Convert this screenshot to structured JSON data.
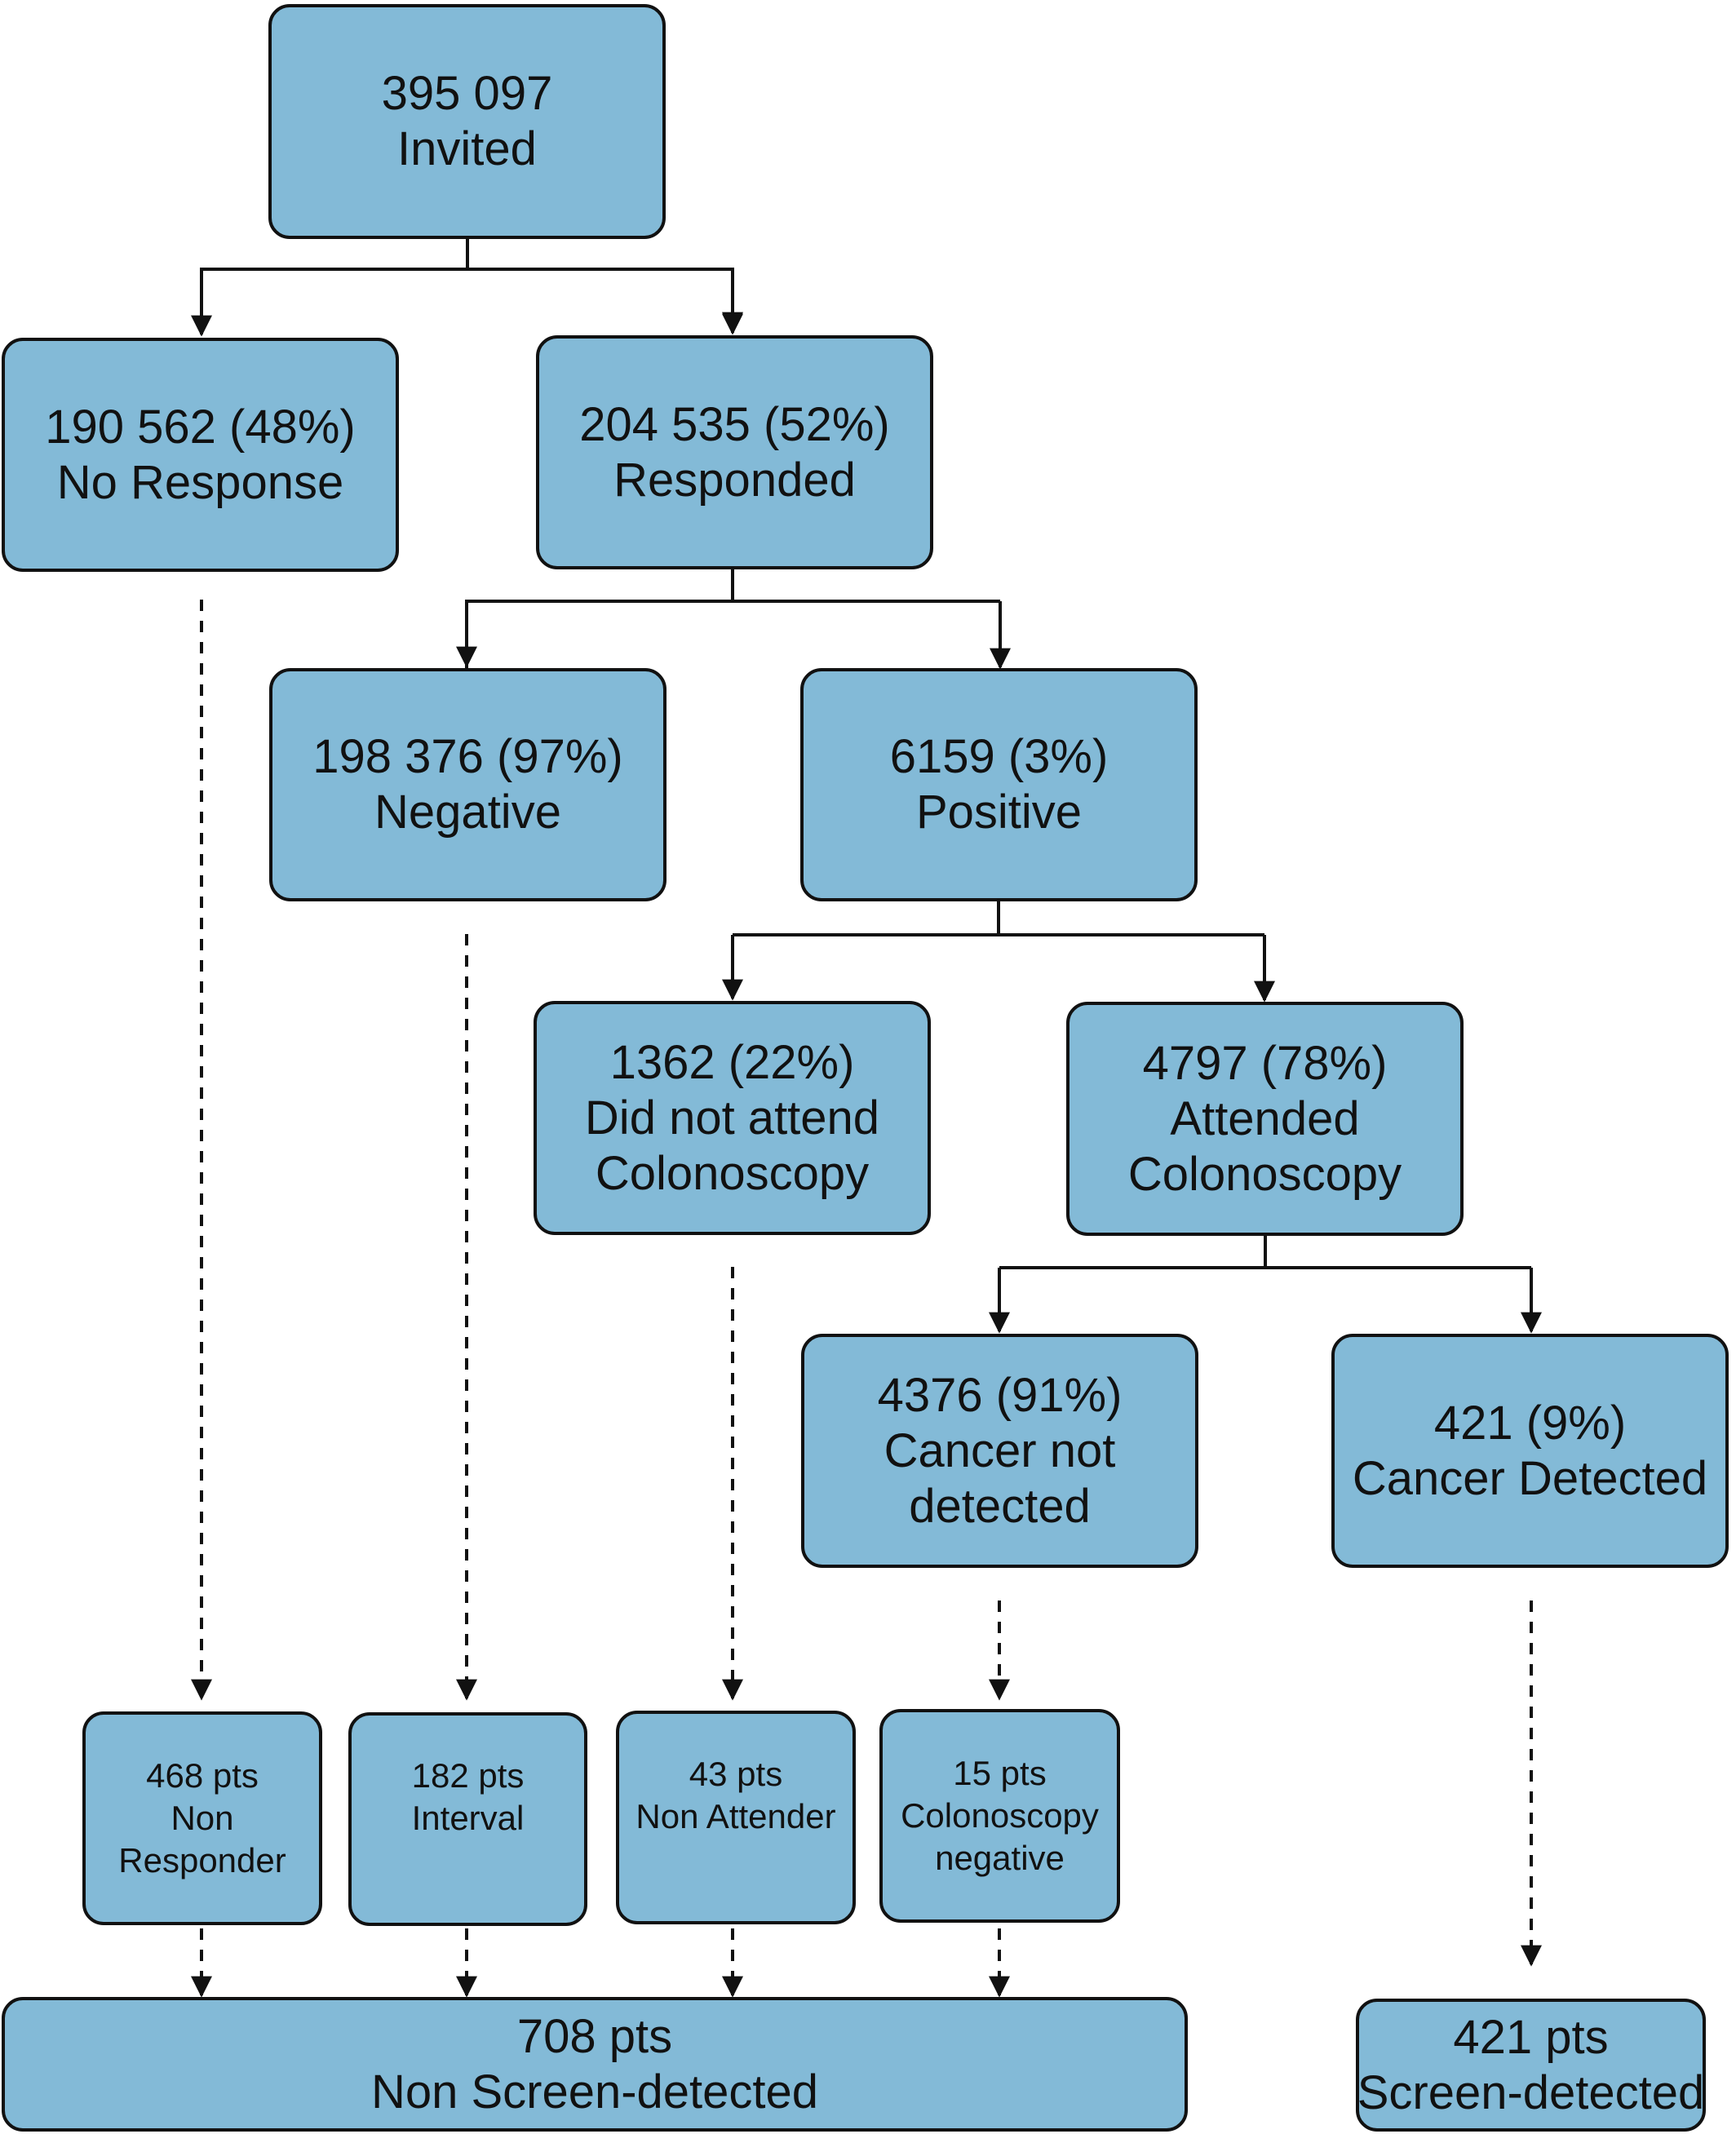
{
  "flowchart": {
    "invited": [
      "395 097",
      "Invited"
    ],
    "no_response": [
      "190 562 (48%)",
      "No Response"
    ],
    "responded": [
      "204 535 (52%)",
      "Responded"
    ],
    "negative": [
      "198 376 (97%)",
      "Negative"
    ],
    "positive": [
      "6159 (3%)",
      "Positive"
    ],
    "did_not_attend": [
      "1362 (22%)",
      "Did not attend",
      "Colonoscopy"
    ],
    "attended": [
      "4797 (78%)",
      "Attended",
      "Colonoscopy"
    ],
    "cancer_not_detected": [
      "4376 (91%)",
      "Cancer not",
      "detected"
    ],
    "cancer_detected": [
      "421 (9%)",
      "Cancer Detected"
    ],
    "non_responder_pts": [
      "468 pts",
      "Non",
      "Responder"
    ],
    "interval_pts": [
      "182 pts",
      "Interval"
    ],
    "non_attender_pts": [
      "43 pts",
      "Non Attender"
    ],
    "colonoscopy_negative_pts": [
      "15 pts",
      "Colonoscopy",
      "negative"
    ],
    "non_screen_detected": [
      "708 pts",
      "Non Screen-detected"
    ],
    "screen_detected": [
      "421 pts",
      "Screen-detected"
    ]
  },
  "colors": {
    "box_fill": "#83bad7",
    "stroke": "#111111"
  }
}
